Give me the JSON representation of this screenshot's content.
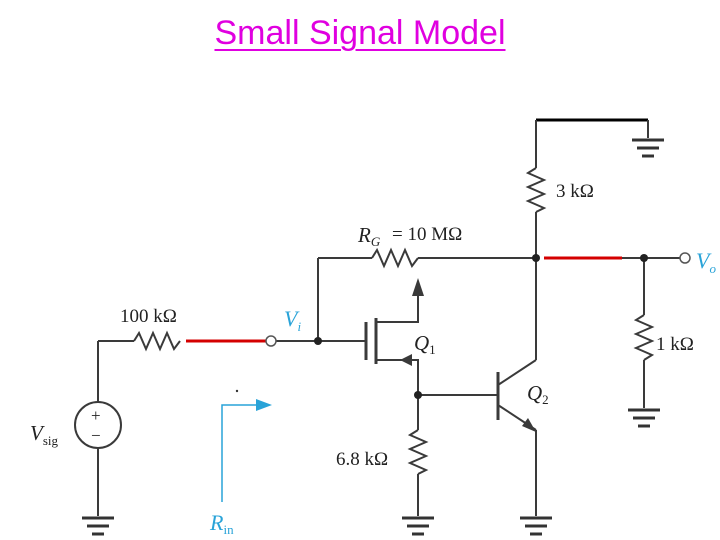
{
  "title": "Small Signal Model",
  "labels": {
    "r_top": "3 kΩ",
    "rg": "= 10 MΩ",
    "rg_symbol": "R",
    "rg_sub": "G",
    "r_sig": "100 kΩ",
    "vi": "V",
    "vi_sub": "i",
    "q1": "Q",
    "q1_sub": "1",
    "q2": "Q",
    "q2_sub": "2",
    "vo": "V",
    "vo_sub": "o",
    "r_load": "1 kΩ",
    "vsig": "V",
    "vsig_sub": "sig",
    "r_src": "6.8 kΩ",
    "rin": "R",
    "rin_sub": "in",
    "plus": "+",
    "minus": "−"
  },
  "colors": {
    "title": "#e000e0",
    "wire": "#3a3a3a",
    "highlight": "#d40000",
    "accent": "#29a3d8"
  }
}
